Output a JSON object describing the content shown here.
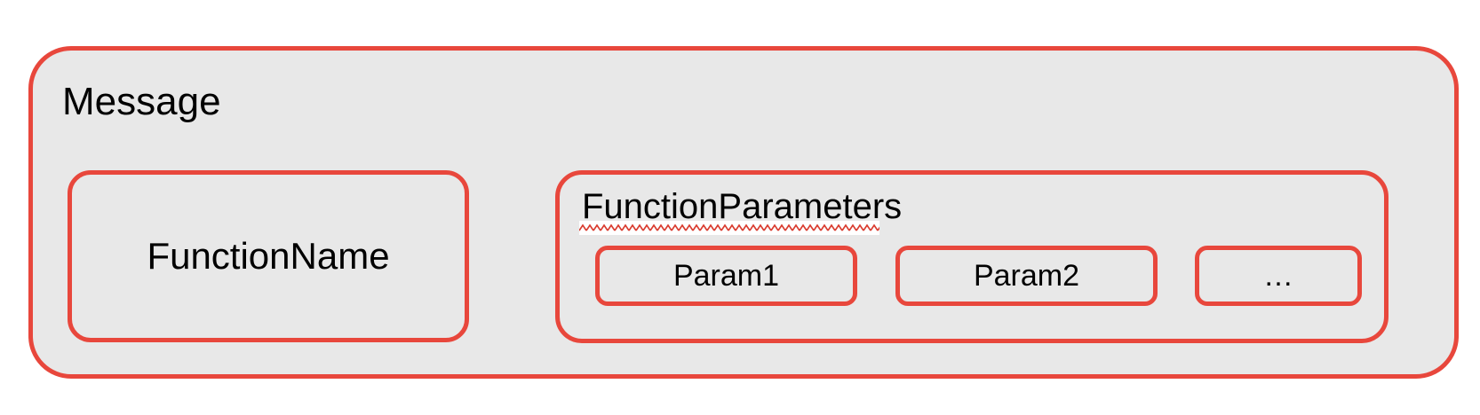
{
  "diagram": {
    "message": {
      "label": "Message"
    },
    "function_name": {
      "label": "FunctionName"
    },
    "function_parameters": {
      "label": "FunctionParameters",
      "params": [
        "Param1",
        "Param2",
        "…"
      ]
    }
  },
  "colors": {
    "accent_red": "#E8473C",
    "squiggle_red": "#D93A2D",
    "container_fill": "#E8E8E8",
    "text_color": "#000000",
    "page_background": "#FFFFFF"
  }
}
